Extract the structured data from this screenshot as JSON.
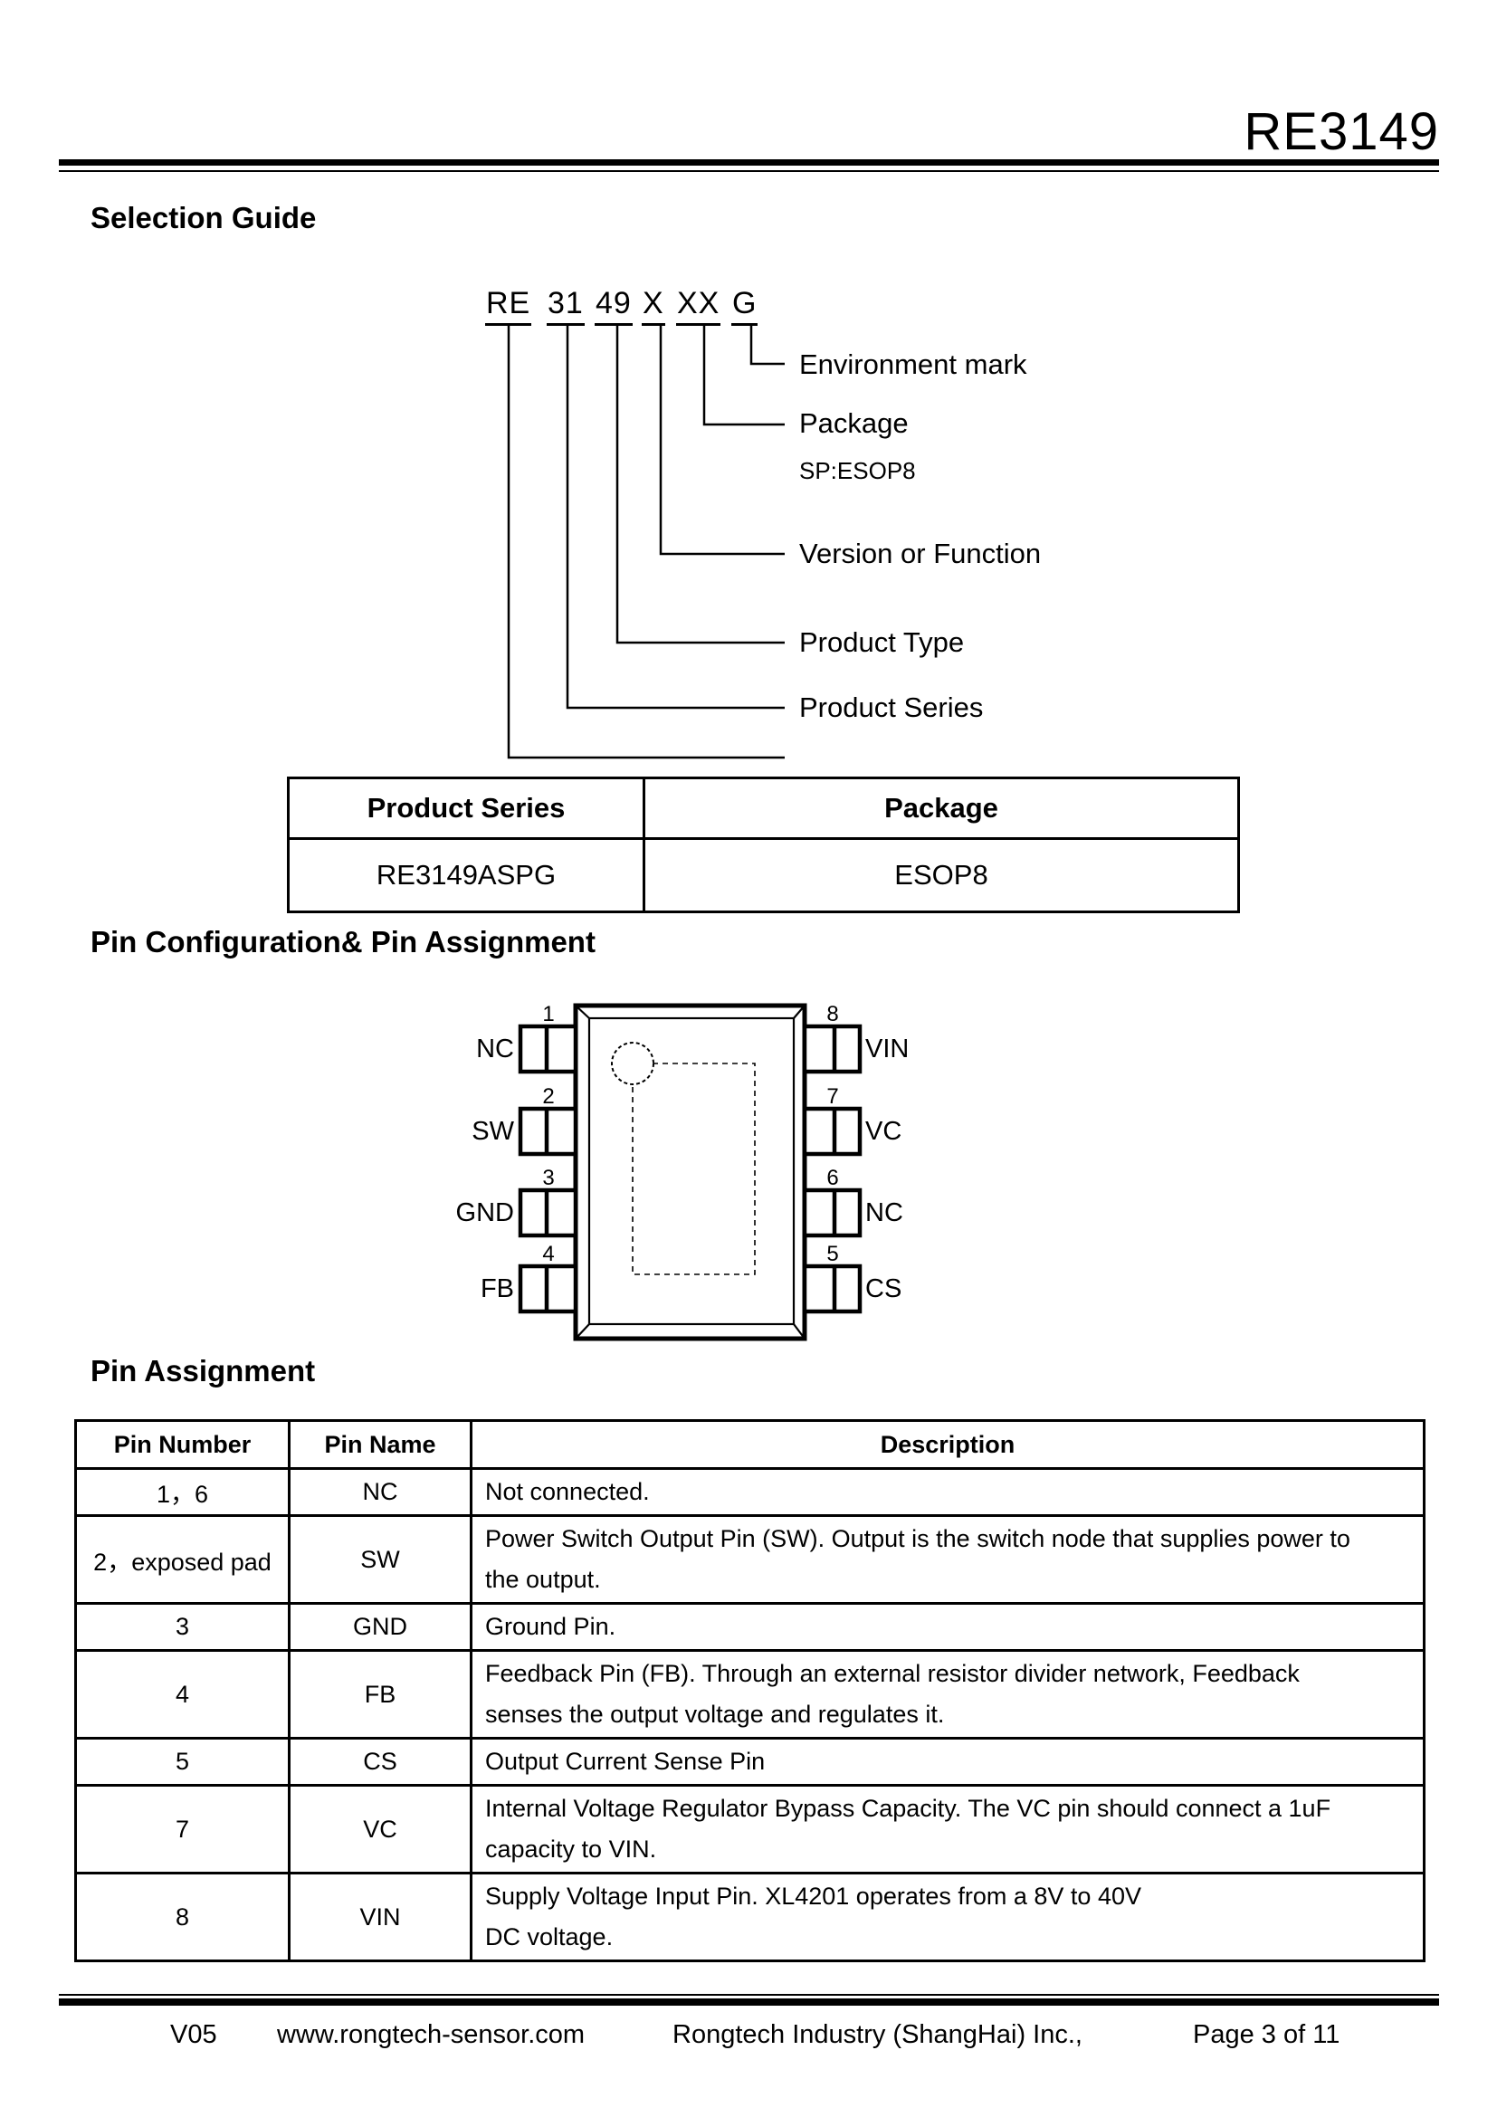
{
  "header": {
    "part_number": "RE3149"
  },
  "headings": {
    "selection_guide": "Selection Guide",
    "pin_configuration": "Pin Configuration& Pin Assignment",
    "pin_assignment": "Pin Assignment"
  },
  "part_code": {
    "segments": [
      "RE",
      "31",
      "49",
      "X",
      "XX",
      "G"
    ],
    "labels": {
      "environment": "Environment mark",
      "package": "Package",
      "package_note": "SP:ESOP8",
      "version": "Version or Function",
      "product_type": "Product Type",
      "product_series": "Product Series"
    }
  },
  "selection_table": {
    "headers": [
      "Product Series",
      "Package"
    ],
    "row": [
      "RE3149ASPG",
      "ESOP8"
    ]
  },
  "pin_diagram": {
    "left_pins": [
      {
        "num": "1",
        "name": "NC"
      },
      {
        "num": "2",
        "name": "SW"
      },
      {
        "num": "3",
        "name": "GND"
      },
      {
        "num": "4",
        "name": "FB"
      }
    ],
    "right_pins": [
      {
        "num": "8",
        "name": "VIN"
      },
      {
        "num": "7",
        "name": "VC"
      },
      {
        "num": "6",
        "name": "NC"
      },
      {
        "num": "5",
        "name": "CS"
      }
    ]
  },
  "pin_table": {
    "headers": [
      "Pin Number",
      "Pin Name",
      "Description"
    ],
    "rows": [
      {
        "number": "1，6",
        "name": "NC",
        "description": "Not connected."
      },
      {
        "number": "2，exposed pad",
        "name": "SW",
        "description": "Power Switch Output Pin (SW). Output is the switch node that supplies power to\nthe output."
      },
      {
        "number": "3",
        "name": "GND",
        "description": "Ground Pin."
      },
      {
        "number": "4",
        "name": "FB",
        "description": "Feedback Pin (FB). Through an external resistor divider network, Feedback\nsenses the output voltage and regulates it."
      },
      {
        "number": "5",
        "name": "CS",
        "description": "Output Current Sense Pin"
      },
      {
        "number": "7",
        "name": "VC",
        "description": "Internal Voltage Regulator Bypass Capacity. The VC pin should connect a 1uF\ncapacity to VIN."
      },
      {
        "number": "8",
        "name": "VIN",
        "description": "Supply Voltage Input Pin. XL4201 operates from a 8V to 40V\nDC voltage."
      }
    ]
  },
  "footer": {
    "version": "V05",
    "website": "www.rongtech-sensor.com",
    "company": "Rongtech Industry (ShangHai) Inc.,",
    "page": "Page 3 of 11"
  }
}
